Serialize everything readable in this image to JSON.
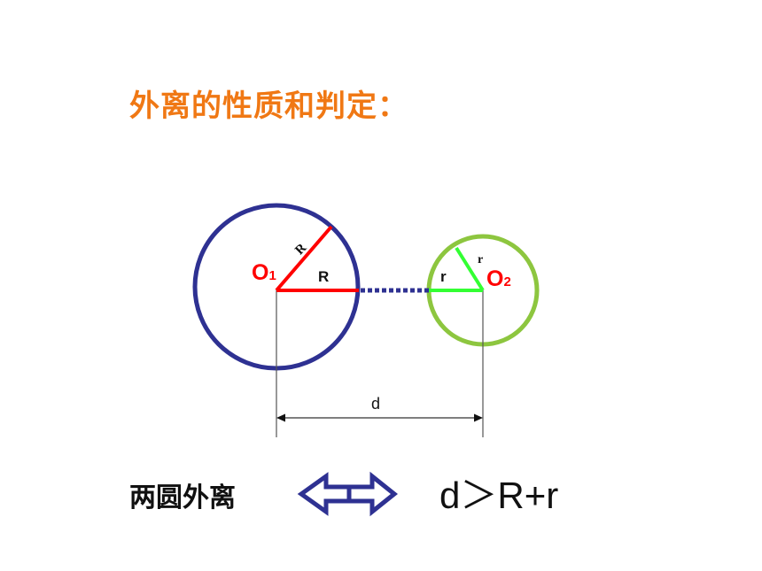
{
  "title": "外离的性质和判定：",
  "conclusion": {
    "left": "两圆外离",
    "right": "d＞R+r"
  },
  "diagram": {
    "circle1": {
      "center_label": "O",
      "center_sub": "1",
      "radius_label_horizontal": "R",
      "radius_label_slant": "R"
    },
    "circle2": {
      "center_label": "O",
      "center_sub": "2",
      "radius_label_horizontal": "r",
      "radius_label_slant": "r"
    },
    "distance_label": "d"
  },
  "colors": {
    "title": "#f07814",
    "circle1": "#2e3192",
    "circle2": "#8dc63f",
    "radius1": "#ff0000",
    "radius2": "#33ff33",
    "label_red": "#ff0000",
    "dots": "#2e3192",
    "arrow": "#2e3192"
  }
}
